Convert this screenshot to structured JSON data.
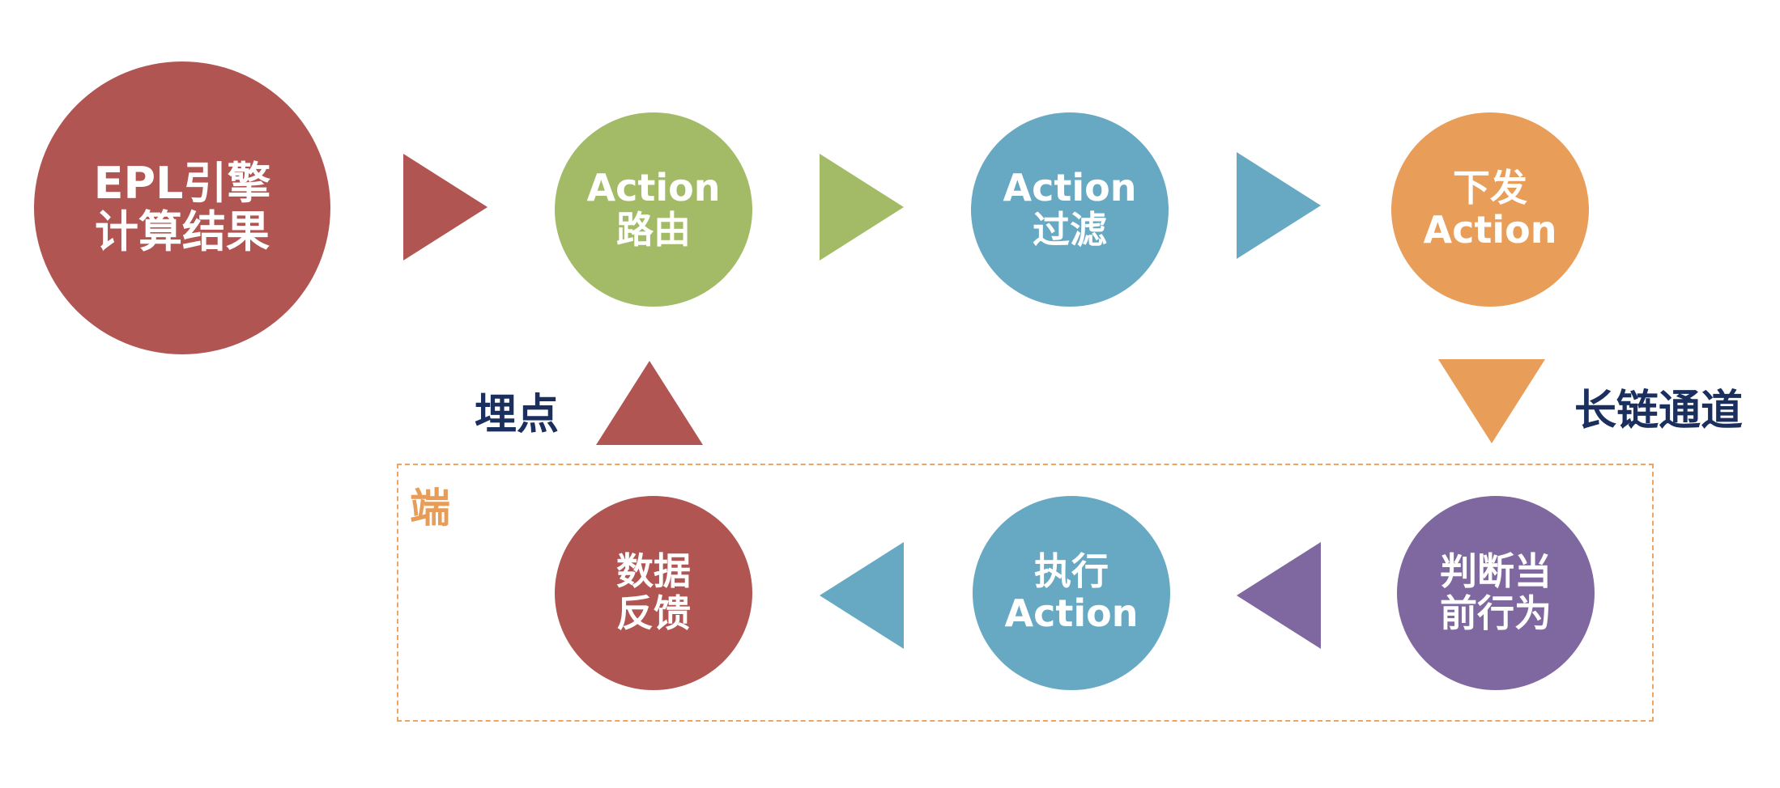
{
  "nodes": {
    "engine": {
      "line1": "EPL引擎",
      "line2": "计算结果",
      "color": "#b05552"
    },
    "route": {
      "line1": "Action",
      "line2": "路由",
      "color": "#a3bb66"
    },
    "filter": {
      "line1": "Action",
      "line2": "过滤",
      "color": "#67a9c3"
    },
    "dispatch": {
      "line1": "下发",
      "line2": "Action",
      "color": "#e89d59"
    },
    "judge": {
      "line1": "判断当",
      "line2": "前行为",
      "color": "#7f689f"
    },
    "execute": {
      "line1": "执行",
      "line2": "Action",
      "color": "#67a9c3"
    },
    "feedback": {
      "line1": "数据",
      "line2": "反馈",
      "color": "#b05552"
    }
  },
  "captions": {
    "tracking": "埋点",
    "long_link": "长链通道"
  },
  "client_frame": {
    "label": "端",
    "color": "#eca467"
  },
  "arrow_colors": {
    "engine_to_route": "#b05552",
    "route_to_filter": "#a3bb66",
    "filter_to_dispatch": "#67a9c3",
    "dispatch_down": "#e89d59",
    "judge_to_execute": "#7f689f",
    "execute_to_feedback": "#67a9c3",
    "feedback_up": "#b05552"
  }
}
